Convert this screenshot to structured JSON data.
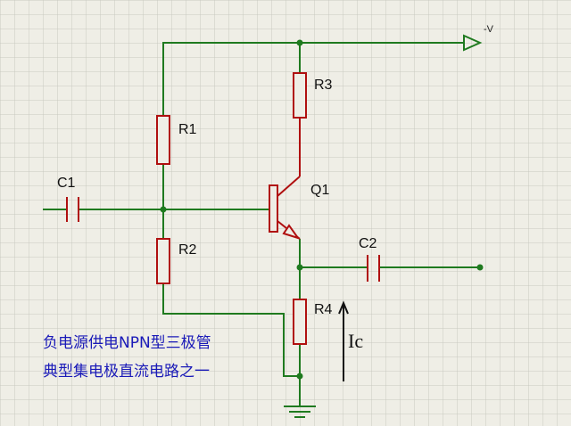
{
  "components": {
    "r1": "R1",
    "r2": "R2",
    "r3": "R3",
    "r4": "R4",
    "c1": "C1",
    "c2": "C2",
    "q1": "Q1",
    "supply": "-V"
  },
  "current_label": "Ic",
  "caption": {
    "line1": "负电源供电NPN型三极管",
    "line2": "典型集电极直流电路之一"
  },
  "colors": {
    "background": "#efeee6",
    "grid": "#c9c9c0",
    "wire": "#1f7a1f",
    "component": "#b01010",
    "caption": "#1a1ab8"
  }
}
